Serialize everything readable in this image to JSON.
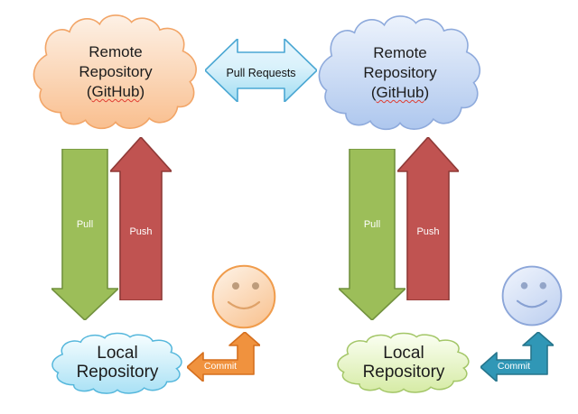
{
  "page": {
    "background": "#FFFFFF"
  },
  "diagram": {
    "pull_requests_arrow": {
      "label": "Pull Requests"
    },
    "left_flow": {
      "remote_cloud": {
        "line1": "Remote",
        "line2": "Repository",
        "paren_open": "(",
        "host": "GitHub",
        "paren_close": ")"
      },
      "pull_arrow": {
        "label": "Pull"
      },
      "push_arrow": {
        "label": "Push"
      },
      "local_cloud": {
        "line1": "Local",
        "line2": "Repository"
      },
      "commit_arrow": {
        "label": "Commit"
      }
    },
    "right_flow": {
      "remote_cloud": {
        "line1": "Remote",
        "line2": "Repository",
        "paren_open": "(",
        "host": "GitHub",
        "paren_close": ")"
      },
      "pull_arrow": {
        "label": "Pull"
      },
      "push_arrow": {
        "label": "Push"
      },
      "local_cloud": {
        "line1": "Local",
        "line2": "Repository"
      },
      "commit_arrow": {
        "label": "Commit"
      }
    }
  },
  "colors": {
    "pull_arrow_fill": "#9CBE59",
    "pull_arrow_stroke": "#72923E",
    "push_arrow_fill": "#C05351",
    "push_arrow_stroke": "#8F3A37",
    "pull_requests_fill_top": "#EAF7FD",
    "pull_requests_fill_bottom": "#A0DDF2",
    "pull_requests_stroke": "#4AA7D3",
    "commit_left_fill": "#F0923E",
    "commit_left_stroke": "#D56F1E",
    "commit_right_fill": "#3097B6",
    "commit_right_stroke": "#26758C",
    "remote_cloud_left_fill": "#F9BF8F",
    "remote_cloud_left_stroke": "#F2A567",
    "remote_cloud_right_fill": "#AEC7EE",
    "remote_cloud_right_stroke": "#8EAADC",
    "local_cloud_left_fill": "#A9E1F5",
    "local_cloud_left_stroke": "#55B7DC",
    "local_cloud_right_fill": "#D6EBA5",
    "local_cloud_right_stroke": "#A3C667",
    "smiley_left_fill": "#F9C697",
    "smiley_left_stroke": "#F09C4C",
    "smiley_right_fill": "#C2D3F1",
    "smiley_right_stroke": "#8CA6D9",
    "spellcheck_underline": "#E03C31"
  }
}
